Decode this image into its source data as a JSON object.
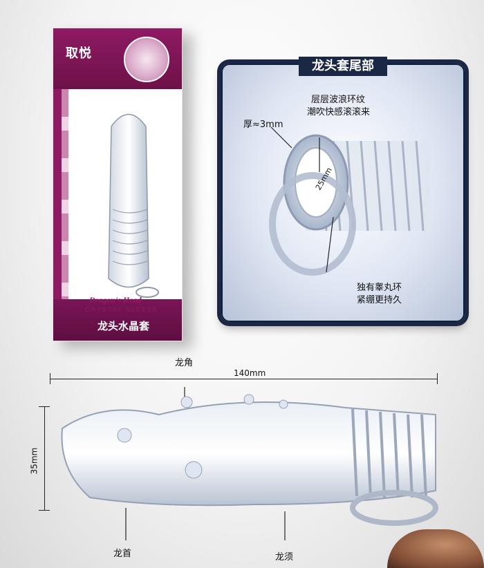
{
  "package": {
    "brand_logo": "取悦",
    "english_name_1": "Dragon's Head",
    "english_name_2": "CRYSTAL SLEEVE",
    "chinese_name": "龙头水晶套"
  },
  "inset": {
    "title": "龙头套尾部",
    "wave_line1": "层层波浪环纹",
    "wave_line2": "潮吹快感滚滚来",
    "thickness": "厚≈3mm",
    "inner_diameter": "25mm",
    "ring_line1": "独有睾丸环",
    "ring_line2": "紧绷更持久"
  },
  "diagram": {
    "horn_label": "龙角",
    "length": "140mm",
    "width": "35mm",
    "head_label": "龙首",
    "whisker_label": "龙须"
  },
  "colors": {
    "brand": "#8e1a63",
    "panel_frame": "#1a2745"
  }
}
